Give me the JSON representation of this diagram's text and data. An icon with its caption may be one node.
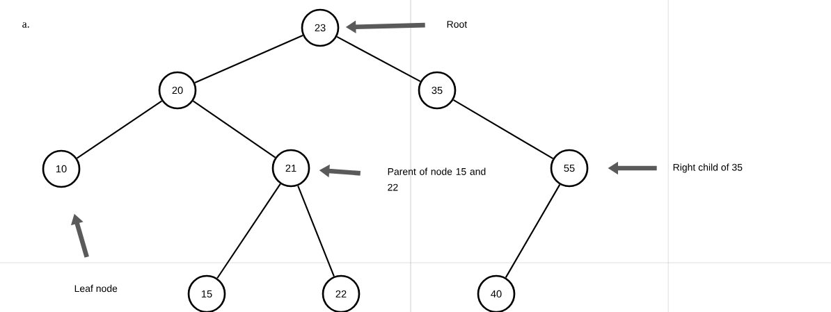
{
  "diagram": {
    "nodes": [
      {
        "text": [
          "23"
        ]
      },
      {
        "text": [
          "Root"
        ]
      },
      {
        "text": [
          "20"
        ]
      },
      {
        "text": [
          "35"
        ]
      },
      {
        "text": [
          "10"
        ]
      },
      {
        "text": [
          "21"
        ]
      },
      {
        "text": [
          "Parent of node 15 and 22"
        ]
      },
      {
        "text": [
          "55"
        ]
      },
      {
        "text": [
          "Right child of 35"
        ]
      },
      {
        "text": [
          "Leaf node"
        ]
      },
      {
        "text": [
          "15"
        ]
      },
      {
        "text": [
          "22"
        ]
      },
      {
        "text": [
          "40"
        ]
      }
    ],
    "edges": [
      {
        "from": 0,
        "to": 2,
        "arrow": "none"
      },
      {
        "from": 0,
        "to": 3,
        "arrow": "none"
      },
      {
        "from": 2,
        "to": 4,
        "arrow": "none"
      },
      {
        "from": 2,
        "to": 5,
        "arrow": "none"
      },
      {
        "from": 3,
        "to": 7,
        "arrow": "none"
      },
      {
        "from": 5,
        "to": 10,
        "arrow": "none"
      },
      {
        "from": 5,
        "to": 11,
        "arrow": "none"
      },
      {
        "from": 7,
        "to": 12,
        "arrow": "none"
      },
      {
        "from": 1,
        "to": 0,
        "arrow": "to",
        "style": "thick",
        "color": "#5a5a5a"
      },
      {
        "from": 6,
        "to": 5,
        "arrow": "to",
        "style": "thick",
        "color": "#5a5a5a"
      },
      {
        "from": 8,
        "to": 7,
        "arrow": "to",
        "style": "thick",
        "color": "#5a5a5a"
      },
      {
        "from": 9,
        "to": 4,
        "arrow": "to",
        "style": "thick",
        "color": "#5a5a5a"
      }
    ],
    "labels": [
      "a."
    ]
  }
}
